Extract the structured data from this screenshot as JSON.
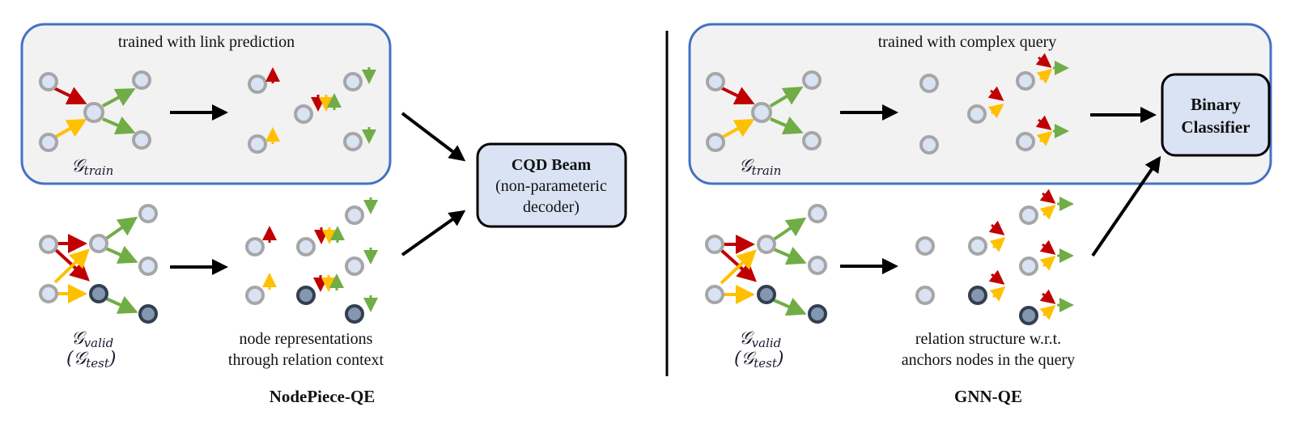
{
  "colors": {
    "panel_fill": "#f2f2f2",
    "panel_stroke": "#4472c4",
    "node_fill": "#dae3f3",
    "node_stroke": "#a6a6a6",
    "dark_node_fill": "#8497b0",
    "dark_node_stroke": "#333f50",
    "rel_red": "#c00000",
    "rel_yellow": "#ffc000",
    "rel_green": "#70ad47",
    "box_fill": "#dae3f3",
    "black": "#000000"
  },
  "left": {
    "panel_label": "trained with link prediction",
    "train_graph_label": "𝒢",
    "train_graph_sub": "train",
    "valid_graph_label": "𝒢",
    "valid_graph_sub": "valid",
    "test_graph_label": "(𝒢",
    "test_graph_sub": "test",
    "test_graph_close": ")",
    "caption_line1": "node representations",
    "caption_line2": "through relation context",
    "decoder_title": "CQD Beam",
    "decoder_line1": "(non-parameteric",
    "decoder_line2": "decoder)",
    "method_name": "NodePiece-QE"
  },
  "right": {
    "panel_label": "trained with complex query",
    "train_graph_label": "𝒢",
    "train_graph_sub": "train",
    "valid_graph_label": "𝒢",
    "valid_graph_sub": "valid",
    "test_graph_label": "(𝒢",
    "test_graph_sub": "test",
    "test_graph_close": ")",
    "caption_line1": "relation structure w.r.t.",
    "caption_line2": "anchors nodes in the query",
    "classifier_line1": "Binary",
    "classifier_line2": "Classifier",
    "method_name": "GNN-QE"
  }
}
